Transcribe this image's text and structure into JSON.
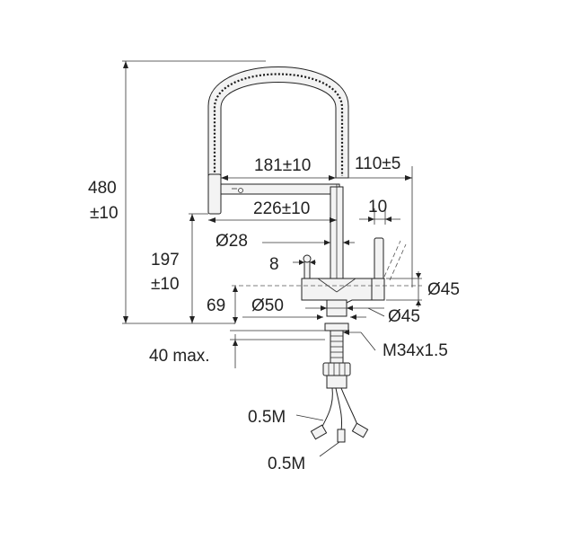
{
  "dimensions": {
    "height_total_value": "480",
    "height_total_tol": "±10",
    "spout_reach_181": "181±10",
    "spout_offset_110": "110±5",
    "spout_reach_226": "226±10",
    "handle_gap_10": "10",
    "spout_diam_28": "Ø28",
    "lever_8": "8",
    "spout_height_value": "197",
    "spout_height_tol": "±10",
    "body_diam_45_right": "Ø45",
    "body_height_69": "69",
    "base_diam_50": "Ø50",
    "base_diam_45": "Ø45",
    "thread": "M34x1.5",
    "deck_thickness": "40 max.",
    "hose_length_1": "0.5M",
    "hose_length_2": "0.5M"
  }
}
